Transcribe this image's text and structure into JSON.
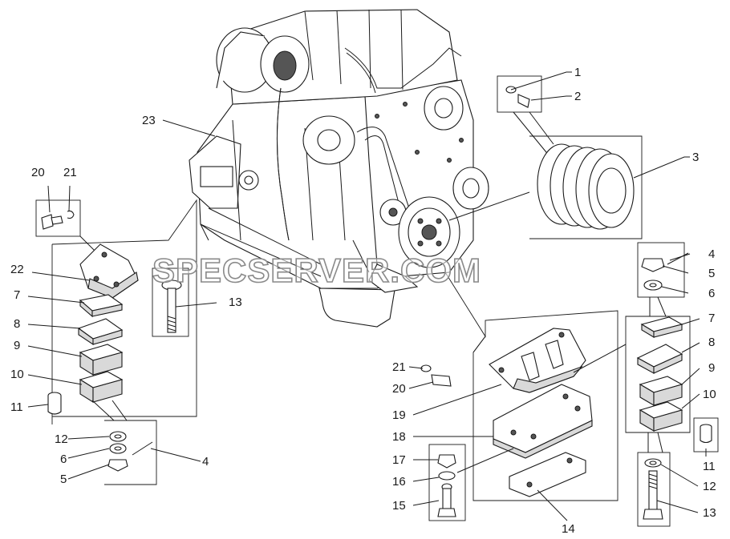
{
  "watermark": "SPECSERVER.COM",
  "callouts": [
    {
      "id": "c1",
      "text": "1"
    },
    {
      "id": "c2",
      "text": "2"
    },
    {
      "id": "c3",
      "text": "3"
    },
    {
      "id": "c23",
      "text": "23"
    },
    {
      "id": "c20a",
      "text": "20"
    },
    {
      "id": "c21a",
      "text": "21"
    },
    {
      "id": "c22",
      "text": "22"
    },
    {
      "id": "c7a",
      "text": "7"
    },
    {
      "id": "c8a",
      "text": "8"
    },
    {
      "id": "c9a",
      "text": "9"
    },
    {
      "id": "c10a",
      "text": "10"
    },
    {
      "id": "c11a",
      "text": "11"
    },
    {
      "id": "c13a",
      "text": "13"
    },
    {
      "id": "c12a",
      "text": "12"
    },
    {
      "id": "c6a",
      "text": "6"
    },
    {
      "id": "c5a",
      "text": "5"
    },
    {
      "id": "c4a",
      "text": "4"
    },
    {
      "id": "c4b",
      "text": "4"
    },
    {
      "id": "c5b",
      "text": "5"
    },
    {
      "id": "c6b",
      "text": "6"
    },
    {
      "id": "c7b",
      "text": "7"
    },
    {
      "id": "c8b",
      "text": "8"
    },
    {
      "id": "c9b",
      "text": "9"
    },
    {
      "id": "c10b",
      "text": "10"
    },
    {
      "id": "c11b",
      "text": "11"
    },
    {
      "id": "c12b",
      "text": "12"
    },
    {
      "id": "c13b",
      "text": "13"
    },
    {
      "id": "c21b",
      "text": "21"
    },
    {
      "id": "c20b",
      "text": "20"
    },
    {
      "id": "c19",
      "text": "19"
    },
    {
      "id": "c18",
      "text": "18"
    },
    {
      "id": "c17",
      "text": "17"
    },
    {
      "id": "c16",
      "text": "16"
    },
    {
      "id": "c15",
      "text": "15"
    },
    {
      "id": "c14",
      "text": "14"
    }
  ]
}
